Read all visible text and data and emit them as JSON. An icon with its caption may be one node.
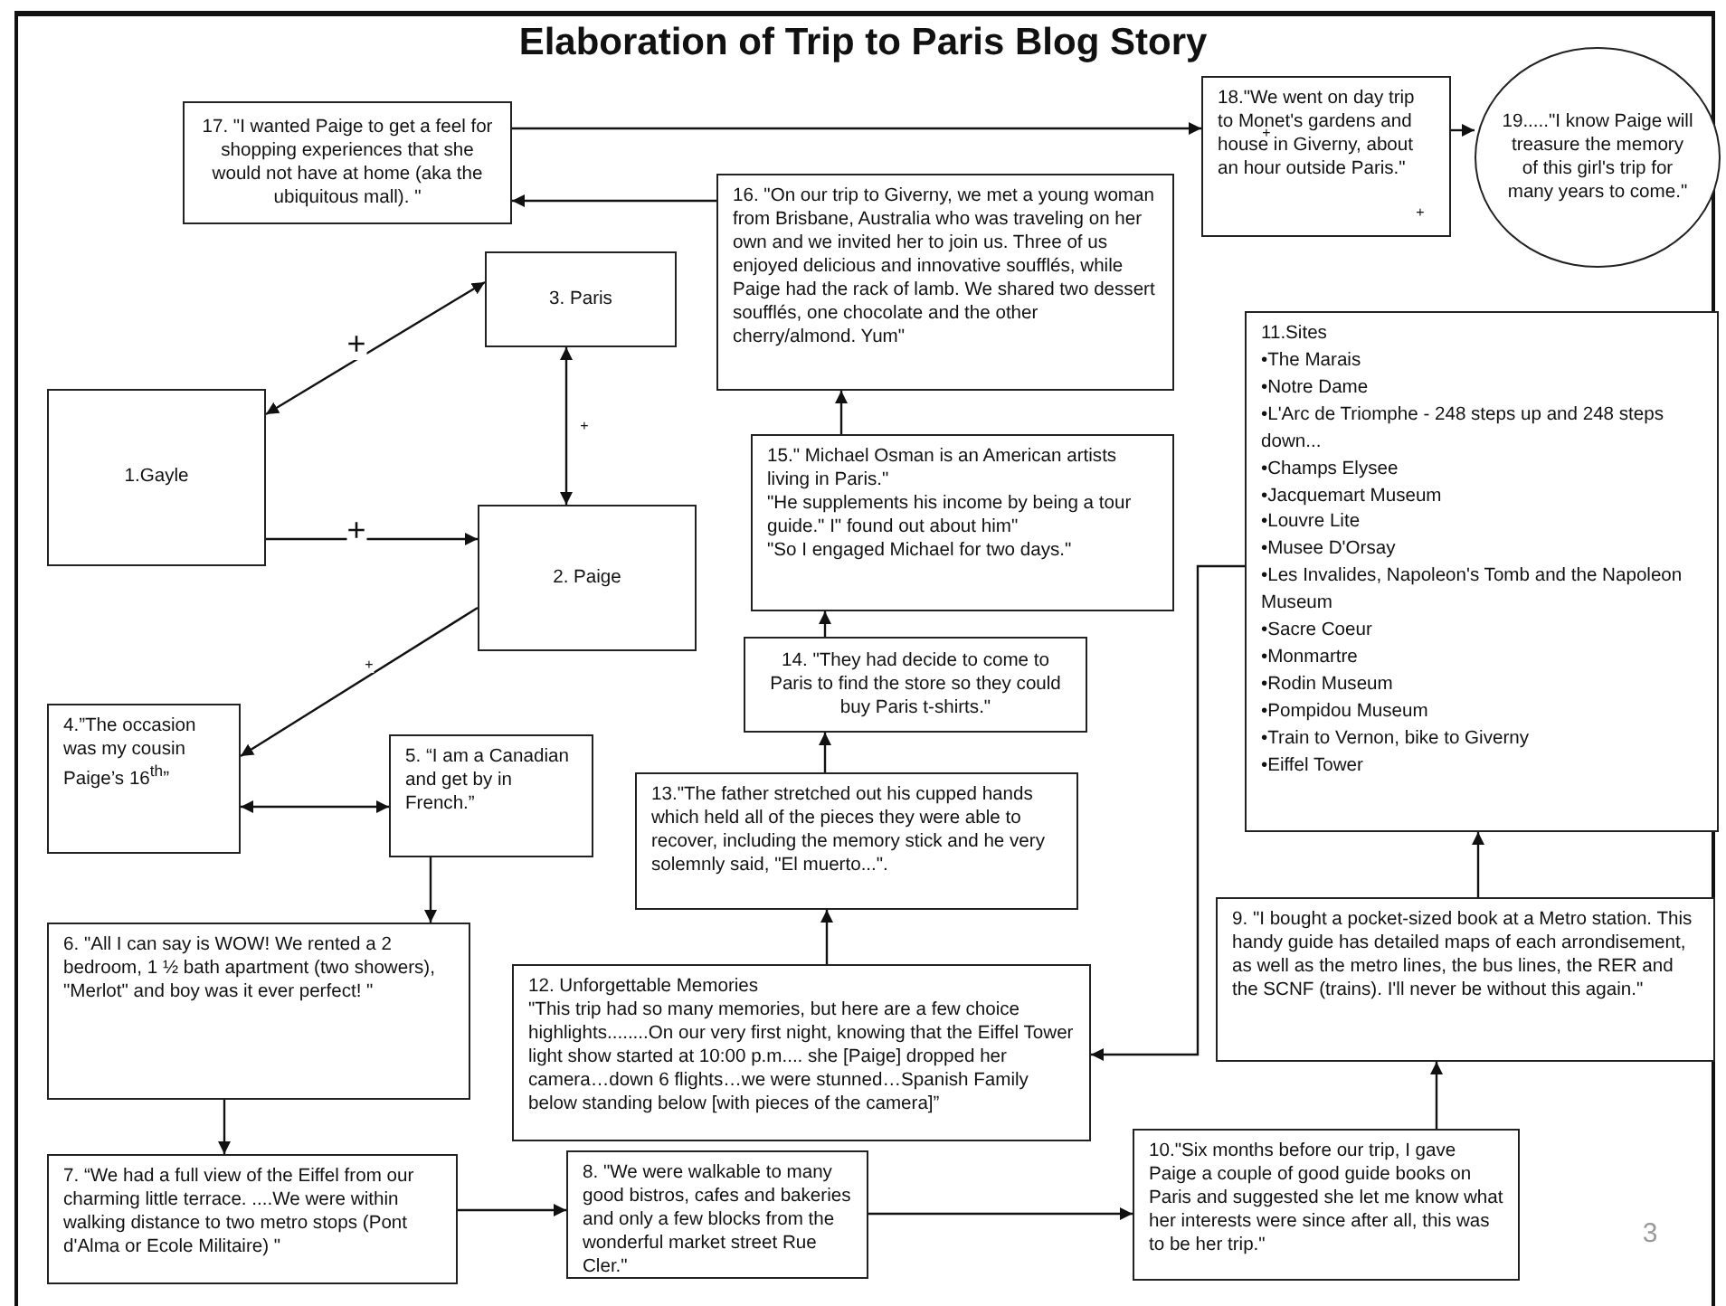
{
  "diagram": {
    "title": "Elaboration of Trip to Paris Blog Story",
    "nodes": [
      {
        "text": [
          "1.Gayle"
        ]
      },
      {
        "text": [
          "2. Paige"
        ]
      },
      {
        "text": [
          "3. Paris"
        ]
      },
      {
        "text": [
          "4.”The occasion was my cousin Paige’s 16$^{th}$”"
        ]
      },
      {
        "text": [
          "5. “I am a Canadian and get by in French.”"
        ]
      },
      {
        "text": [
          "6. \"All I can say is WOW! We rented a 2 bedroom, 1 ½ bath apartment (two showers), \"Merlot\" and boy was it ever perfect! \""
        ]
      },
      {
        "text": [
          "7. “We had a full view of the Eiffel from our charming little terrace. ....We were within walking distance to two metro stops (Pont d'Alma or Ecole Militaire) \""
        ]
      },
      {
        "text": [
          "8. \"We were walkable to many good bistros, cafes and bakeries and only a few blocks from the wonderful market street Rue Cler.\""
        ]
      },
      {
        "text": [
          "9. \"I bought a pocket-sized book at a Metro station. This handy guide has detailed maps of each arrondisement, as well as the metro lines, the bus lines, the RER and the SCNF (trains). I'll never be without this again.\""
        ]
      },
      {
        "text": [
          "10.\"Six months before our trip, I gave Paige a couple of good guide books on Paris and suggested she let me know what her interests were since after all, this was to be her trip.\""
        ]
      },
      {
        "text": [
          "11.Sites",
          "•The Marais",
          "•Notre Dame",
          "•L'Arc de Triomphe - 248 steps up and 248 steps down...",
          "•Champs Elysee",
          "•Jacquemart Museum",
          "•Louvre Lite",
          "•Musee D'Orsay",
          "•Les Invalides, Napoleon's Tomb and the Napoleon Museum",
          "•Sacre Coeur",
          "•Monmartre",
          "•Rodin Museum",
          "•Pompidou Museum",
          "•Train to Vernon, bike to Giverny",
          "•Eiffel Tower"
        ]
      },
      {
        "text": [
          "12. Unforgettable Memories",
          "\"This trip had so many memories, but here are a few choice highlights........On our very first night, knowing that the Eiffel Tower light show started at 10:00 p.m.... she [Paige] dropped her camera…down 6 flights…we were stunned…Spanish Family below standing below [with pieces of the camera]”"
        ]
      },
      {
        "text": [
          "13.\"The father stretched out his cupped hands which held all of the pieces they were able to recover, including the memory stick and he very solemnly said, \"El muerto...\"."
        ]
      },
      {
        "text": [
          "14. \"They had decide to come to Paris to find the store so they could buy Paris t-shirts.\""
        ]
      },
      {
        "text": [
          "15.\" Michael Osman is an American artists living in Paris.\"",
          "\"He supplements his income by being a tour guide.\" I\" found out about him\"",
          "\"So I engaged Michael for two days.\""
        ]
      },
      {
        "text": [
          "16. \"On our trip to Giverny, we met a young woman from Brisbane, Australia who was traveling on her own and we invited her to join us. Three of us enjoyed delicious and innovative soufflés, while Paige had the rack of lamb. We shared two dessert soufflés, one chocolate and the other cherry/almond. Yum\""
        ]
      },
      {
        "text": [
          "17. \"I wanted Paige to get a feel for shopping experiences that she would not have at home (aka the ubiquitous mall). \""
        ]
      },
      {
        "text": [
          "18.\"We went on day trip to Monet's gardens and house in Giverny, about an hour outside Paris.\""
        ]
      },
      {
        "text": [
          "19.....\"I know Paige will treasure the memory of this girl's trip for many years to come.\""
        ]
      }
    ],
    "edges": [
      {
        "from": 16,
        "to": 17,
        "arrow": "to"
      },
      {
        "from": 15,
        "to": 16,
        "arrow": "to"
      },
      {
        "from": 0,
        "to": 2,
        "arrow": "both",
        "label": "+"
      },
      {
        "from": 2,
        "to": 1,
        "arrow": "both",
        "label": "+"
      },
      {
        "from": 0,
        "to": 1,
        "arrow": "to",
        "label": "+"
      },
      {
        "from": 1,
        "to": 3,
        "arrow": "to",
        "label": "+"
      },
      {
        "from": 3,
        "to": 4,
        "arrow": "both"
      },
      {
        "from": 4,
        "to": 5,
        "arrow": "to"
      },
      {
        "from": 5,
        "to": 6,
        "arrow": "to"
      },
      {
        "from": 6,
        "to": 7,
        "arrow": "to"
      },
      {
        "from": 7,
        "to": 9,
        "arrow": "to"
      },
      {
        "from": 9,
        "to": 8,
        "arrow": "to"
      },
      {
        "from": 8,
        "to": 10,
        "arrow": "to"
      },
      {
        "from": 10,
        "to": 11,
        "arrow": "to"
      },
      {
        "from": 11,
        "to": 12,
        "arrow": "to"
      },
      {
        "from": 12,
        "to": 13,
        "arrow": "to"
      },
      {
        "from": 13,
        "to": 14,
        "arrow": "to"
      },
      {
        "from": 14,
        "to": 15,
        "arrow": "to"
      },
      {
        "from": 17,
        "to": 18,
        "arrow": "to"
      }
    ],
    "labels": [
      "+",
      "+",
      "3"
    ]
  }
}
